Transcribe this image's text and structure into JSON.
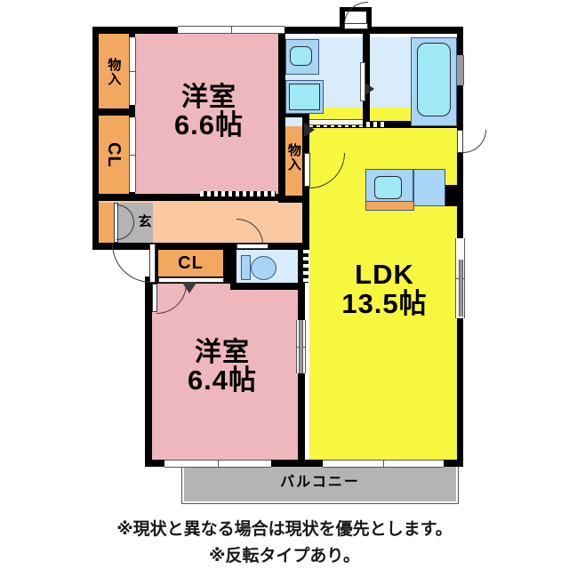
{
  "document": {
    "type": "japanese-apartment-floor-plan",
    "layout_name": "2LDK"
  },
  "rooms": [
    {
      "id": "washitsu_upper",
      "label_line1": "洋室",
      "label_line2": "6.6帖",
      "name": "洋室 6.6帖",
      "color": "#eeb7bd"
    },
    {
      "id": "washitsu_lower",
      "label_line1": "洋室",
      "label_line2": "6.4帖",
      "name": "洋室 6.4帖",
      "color": "#eeb7bd"
    },
    {
      "id": "ldk",
      "label_line1": "LDK",
      "label_line2": "13.5帖",
      "name": "LDK 13.5帖",
      "color": "#f7f740"
    }
  ],
  "storage": {
    "monoire_top": "物入",
    "monoire_mid": "物入",
    "closet_left": "CL",
    "closet_lower": "CL"
  },
  "entrance": {
    "label": "玄"
  },
  "balcony": {
    "label": "バルコニー"
  },
  "fixtures": {
    "vanity": "vanity-sink",
    "washer": "washing-machine-space",
    "bathtub": "bathtub",
    "toilet": "toilet",
    "kitchen_sink": "kitchen-sink",
    "stove": "stove-range"
  },
  "notes": {
    "line1": "※現状と異なる場合は現状を優先とします。",
    "line2": "※反転タイプあり。"
  },
  "colors": {
    "room_pink": "#eeb7bd",
    "ldk_yellow": "#f7f740",
    "storage_orange": "#f3a860",
    "hall_peach": "#fac9a0",
    "balcony_gray": "#b4b4b4",
    "water_lightblue": "#d8ecfb",
    "fixture_blue": "#a8d4f5",
    "fixture_cyan": "#9fe8f5",
    "wall_black": "#000000"
  }
}
